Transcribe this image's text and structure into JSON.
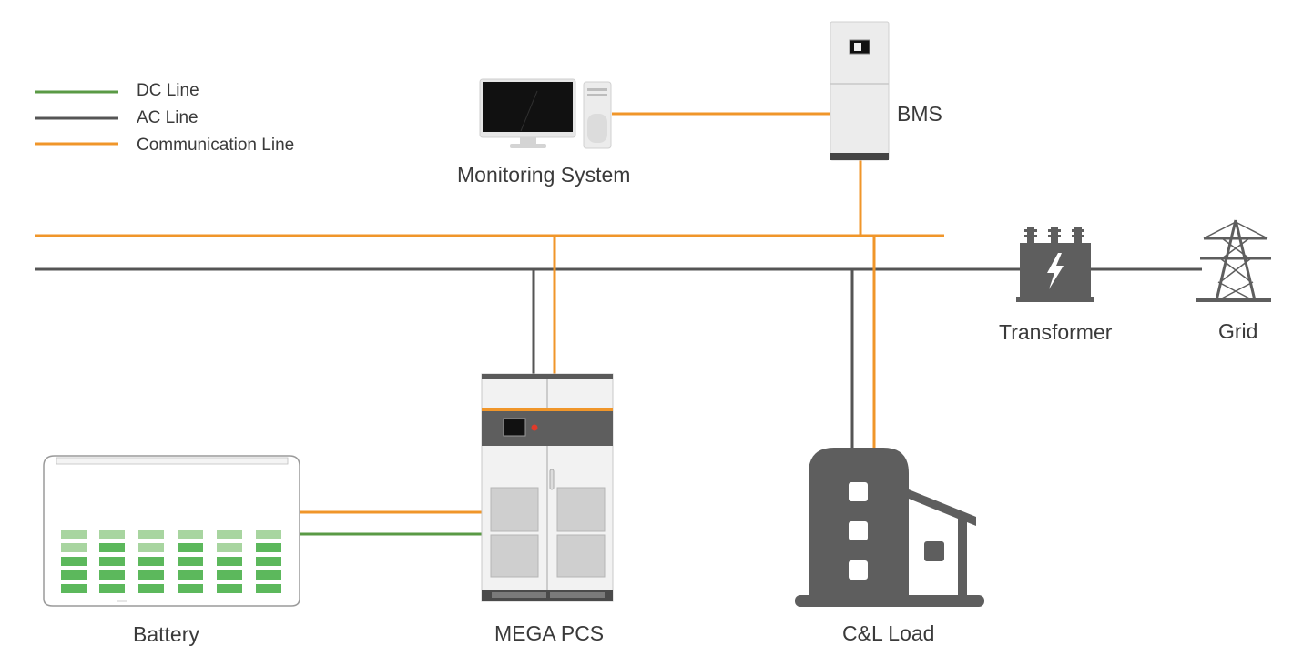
{
  "legend": {
    "dc_line": "DC Line",
    "ac_line": "AC Line",
    "communication_line": "Communication Line"
  },
  "nodes": {
    "monitoring_system": "Monitoring System",
    "bms": "BMS",
    "transformer": "Transformer",
    "grid": "Grid",
    "battery": "Battery",
    "mega_pcs": "MEGA PCS",
    "cl_load": "C&L Load"
  },
  "colors": {
    "dc_line": "#5a9a45",
    "ac_line": "#555555",
    "communication_line": "#f0962a",
    "equipment_dark": "#5e5e5e",
    "battery_green": "#5cb85c",
    "battery_green_light": "#a8d5a0"
  },
  "icons": {
    "monitoring_system": "computer-icon",
    "bms": "cabinet-icon",
    "transformer": "transformer-icon",
    "grid": "power-tower-icon",
    "battery": "battery-rack-icon",
    "mega_pcs": "inverter-cabinet-icon",
    "cl_load": "factory-building-icon"
  }
}
